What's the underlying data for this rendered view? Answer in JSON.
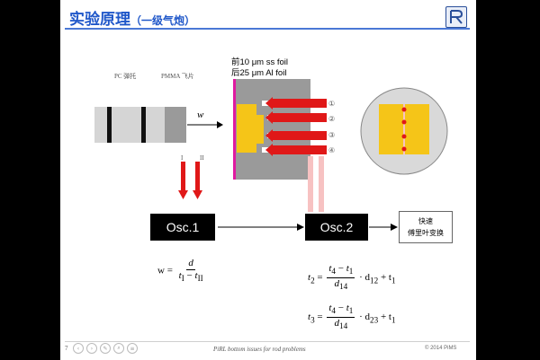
{
  "slide": {
    "title": "实验原理",
    "subtitle": "（一级气炮）",
    "labels": {
      "pc_holder": "PC 弹托",
      "pmma_flyer": "PMMA 飞片",
      "velocity": "w",
      "probe_1": "I",
      "probe_2": "II",
      "foil_ss": "前10 μm ss foil",
      "foil_al": "后25 μm Al foil",
      "circle_1": "①",
      "circle_2": "②",
      "circle_3": "③",
      "circle_4": "④"
    },
    "osc1": "Osc.1",
    "osc2": "Osc.2",
    "fast_line1": "快速",
    "fast_line2": "傅里叶变换",
    "eq1": {
      "lhs": "w =",
      "num": "d",
      "den_a": "t",
      "den_a_sub": "I",
      "den_op": " − ",
      "den_b": "t",
      "den_b_sub": "II"
    },
    "eq2": {
      "lhs": "t",
      "lhs_sub": "2",
      "eq": " = ",
      "num_a": "t",
      "num_a_sub": "4",
      "num_op": " − ",
      "num_b": "t",
      "num_b_sub": "1",
      "den": "d",
      "den_sub": "14",
      "tail1": " · d",
      "tail1_sub": "12",
      "tail2": " + t",
      "tail2_sub": "1"
    },
    "eq3": {
      "lhs": "t",
      "lhs_sub": "3",
      "eq": " = ",
      "num_a": "t",
      "num_a_sub": "4",
      "num_op": " − ",
      "num_b": "t",
      "num_b_sub": "1",
      "den": "d",
      "den_sub": "14",
      "tail1": " · d",
      "tail1_sub": "23",
      "tail2": " + t",
      "tail2_sub": "1"
    },
    "footer_text": "PiRL bottom issues for rod problems",
    "footer_copy": "© 2014 PiMS",
    "page_number": "7"
  },
  "colors": {
    "title": "#1f57c9",
    "probe_red": "#e01818",
    "probe_pink": "#f7c2c2",
    "target_gray": "#9a9a9a",
    "window_gold": "#f5c518",
    "magenta_foil": "#e01aa0",
    "sample_circle": "#d9d9d9"
  },
  "nav_icons": [
    "chevron-left-icon",
    "chevron-right-icon",
    "pen-icon",
    "search-icon",
    "menu-icon"
  ]
}
